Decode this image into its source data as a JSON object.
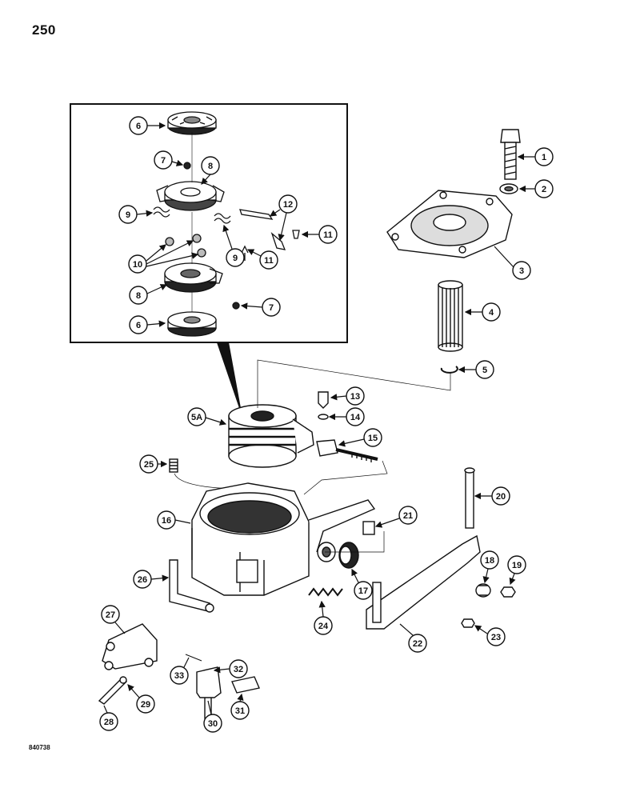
{
  "page_number": "250",
  "figure_code": "840738",
  "callouts": [
    "1",
    "2",
    "3",
    "4",
    "5",
    "5A",
    "6",
    "7",
    "8",
    "9",
    "10",
    "11",
    "12",
    "13",
    "14",
    "15",
    "16",
    "17",
    "18",
    "19",
    "20",
    "21",
    "22",
    "23",
    "24",
    "25",
    "26",
    "27",
    "28",
    "29",
    "30",
    "31",
    "32",
    "33"
  ]
}
